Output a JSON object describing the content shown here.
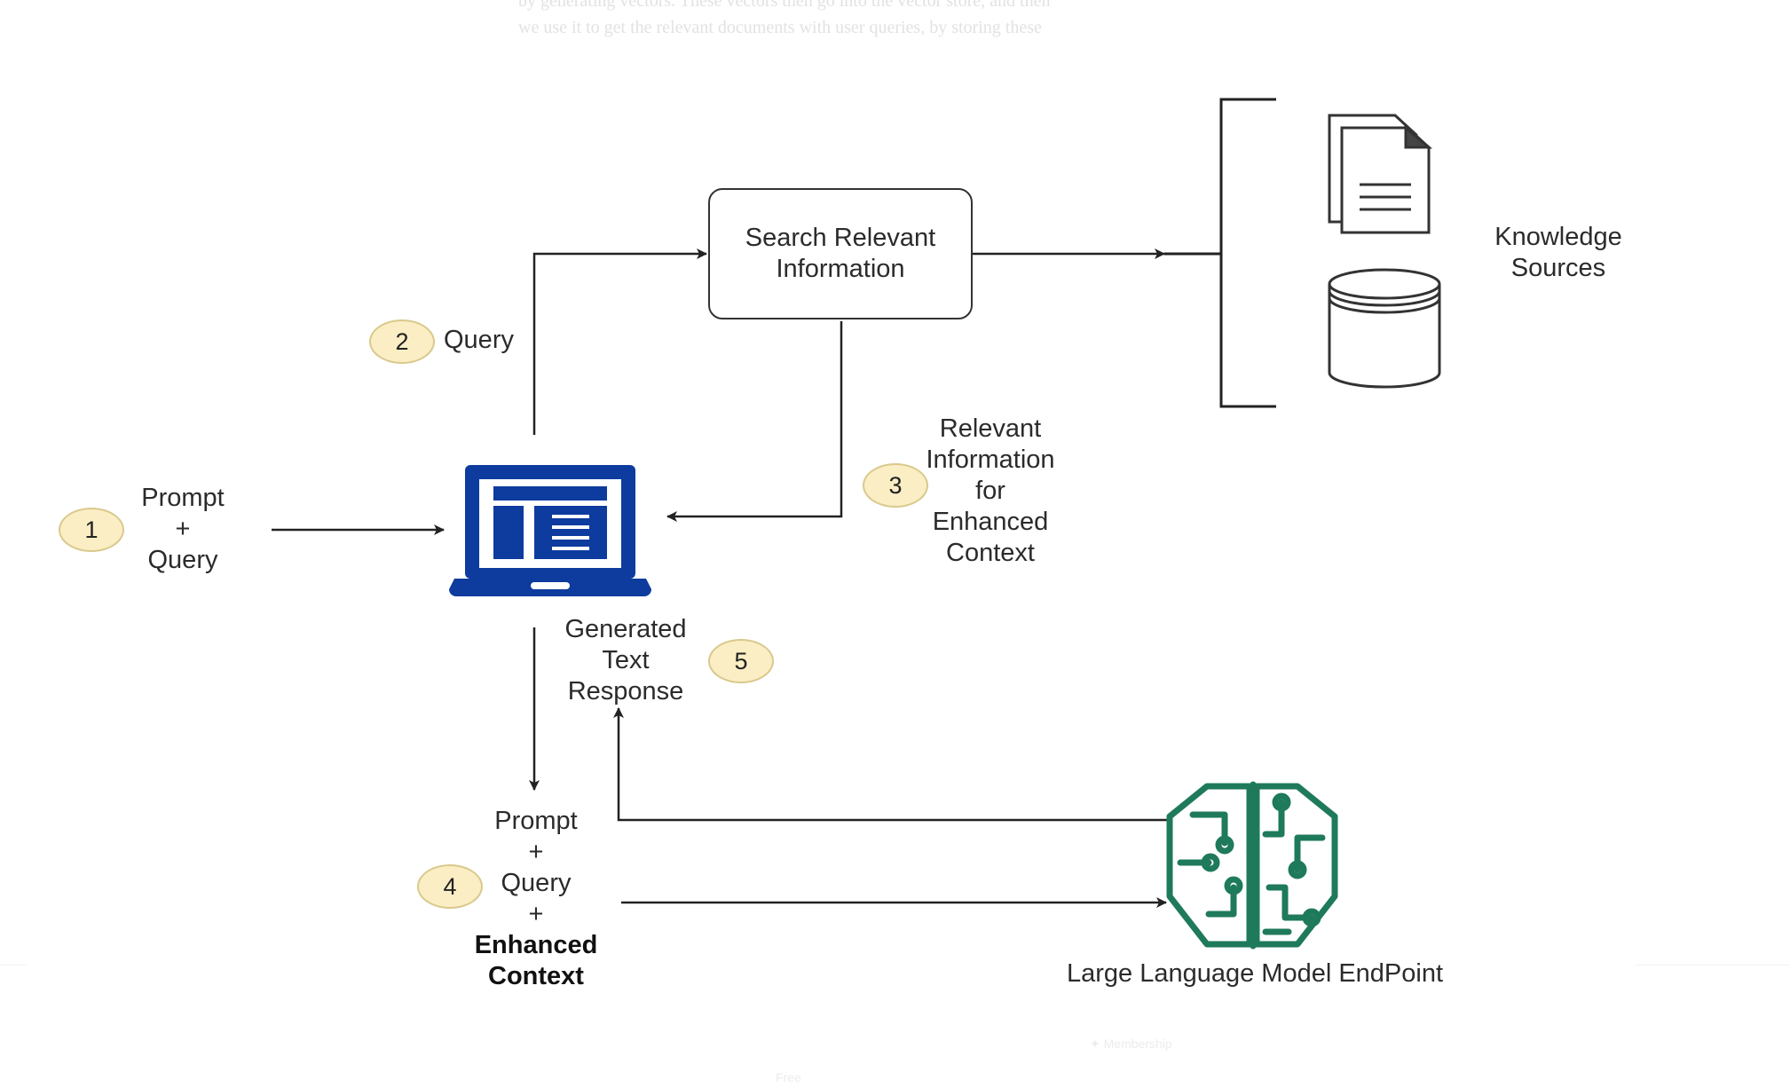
{
  "background_text": {
    "line1": "by generating vectors. These vectors then go into the vector store, and then",
    "line2": "we use it to get the relevant documents with user queries, by storing these"
  },
  "steps": {
    "step1": {
      "number": "1",
      "lines": [
        "Prompt",
        "+",
        "Query"
      ]
    },
    "step2": {
      "number": "2",
      "label": "Query"
    },
    "step3": {
      "number": "3",
      "lines": [
        "Relevant",
        "Information",
        "for",
        "Enhanced",
        "Context"
      ]
    },
    "step4": {
      "number": "4",
      "lines": [
        "Prompt",
        "+",
        "Query",
        "+"
      ],
      "bold_lines": [
        "Enhanced",
        "Context"
      ]
    },
    "step5": {
      "number": "5",
      "lines": [
        "Generated",
        "Text",
        "Response"
      ]
    }
  },
  "search_box": {
    "lines": [
      "Search Relevant",
      "Information"
    ]
  },
  "knowledge": {
    "lines": [
      "Knowledge",
      "Sources"
    ]
  },
  "llm": {
    "label": "Large Language Model EndPoint"
  },
  "footer": {
    "membership": "Membership",
    "free": "Free"
  },
  "icons": {
    "client": "laptop-browser-icon",
    "documents": "documents-icon",
    "database": "database-icon",
    "llm": "brain-circuit-icon"
  },
  "colors": {
    "laptop": "#0d3b9e",
    "brain": "#1e7a5a",
    "badge_fill": "#fbeec4",
    "line": "#222222"
  }
}
